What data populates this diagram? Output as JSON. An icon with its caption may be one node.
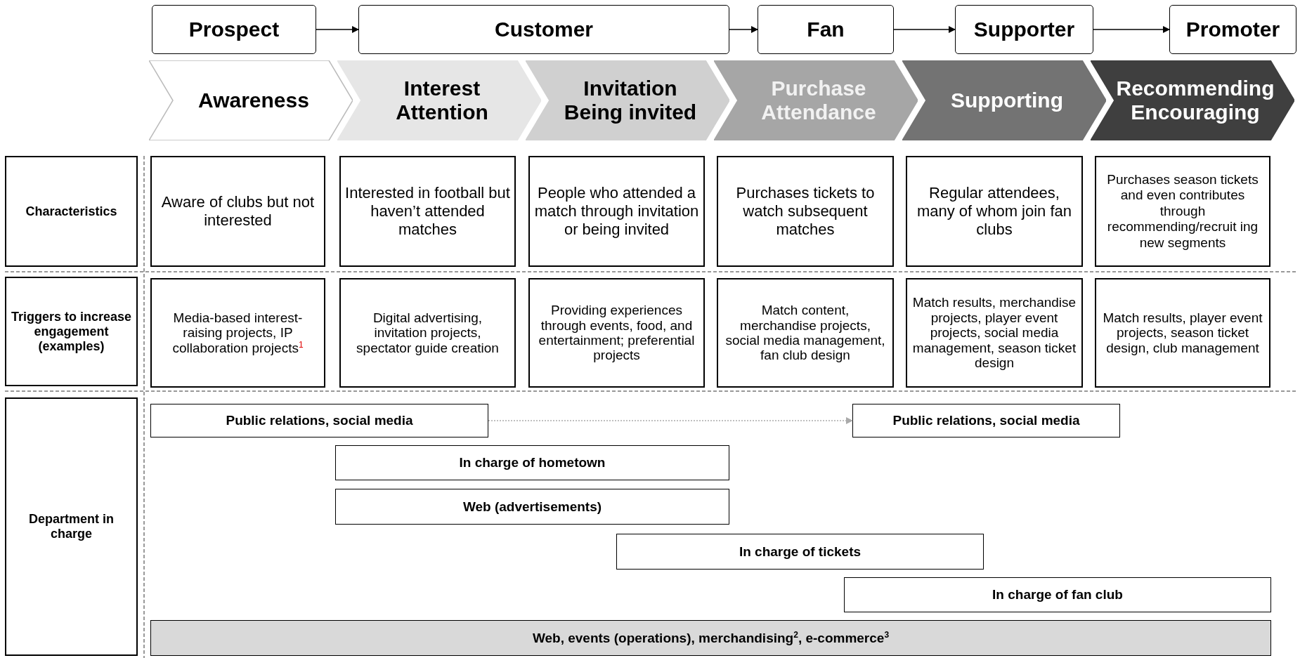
{
  "diagram": {
    "nodes": [
      {
        "text": [
          "Prospect"
        ]
      },
      {
        "text": [
          "Customer"
        ]
      },
      {
        "text": [
          "Fan"
        ]
      },
      {
        "text": [
          "Supporter"
        ]
      },
      {
        "text": [
          "Promoter"
        ]
      },
      {
        "text": [
          "Awareness"
        ]
      },
      {
        "text": [
          "Interest Attention"
        ]
      },
      {
        "text": [
          "Invitation Being invited"
        ]
      },
      {
        "text": [
          "Purchase Attendance"
        ]
      },
      {
        "text": [
          "Supporting"
        ]
      },
      {
        "text": [
          "Recommending Encouraging"
        ]
      },
      {
        "text": [
          "Characteristics"
        ]
      },
      {
        "text": [
          "Aware of clubs but not interested"
        ]
      },
      {
        "text": [
          "Interested in football but haven’t attended matches"
        ]
      },
      {
        "text": [
          "People who attended a match through invitation or being invited"
        ]
      },
      {
        "text": [
          "Purchases tickets to watch subsequent matches"
        ]
      },
      {
        "text": [
          "Regular attendees, many of whom join fan clubs"
        ]
      },
      {
        "text": [
          "Purchases season tickets and even contributes through recommending/recruit ing new segments"
        ]
      },
      {
        "text": [
          "Triggers to increase engagement (examples)"
        ]
      },
      {
        "text": [
          "Media-based interest-raising projects, IP collaboration projects$^{1}$"
        ]
      },
      {
        "text": [
          "Digital advertising, invitation projects, spectator guide creation"
        ]
      },
      {
        "text": [
          "Providing experiences through events, food, and entertainment; preferential projects"
        ]
      },
      {
        "text": [
          "Match content, merchandise projects, social media management, fan club design"
        ]
      },
      {
        "text": [
          "Match results, merchandise projects, player event projects, social media management, season ticket design"
        ]
      },
      {
        "text": [
          "Match results, player event projects, season ticket design, club management"
        ]
      },
      {
        "text": [
          "Department in charge"
        ]
      },
      {
        "text": [
          "Public relations, social media"
        ]
      },
      {
        "text": [
          "Public relations, social media"
        ]
      },
      {
        "text": [
          "In charge of hometown"
        ]
      },
      {
        "text": [
          "Web (advertisements)"
        ]
      },
      {
        "text": [
          "In charge of tickets"
        ]
      },
      {
        "text": [
          "In charge of fan club"
        ]
      },
      {
        "text": [
          "Web, events (operations), merchandising$^{2}$, e-commerce$^{3}$"
        ]
      }
    ],
    "edges": [
      {
        "from": 0,
        "to": 1,
        "arrow": "to"
      },
      {
        "from": 1,
        "to": 2,
        "arrow": "to"
      },
      {
        "from": 2,
        "to": 3,
        "arrow": "to"
      },
      {
        "from": 3,
        "to": 4,
        "arrow": "to"
      },
      {
        "from": 26,
        "to": 27,
        "arrow": "to",
        "style": "dashed",
        "color": "#aaaaaa"
      }
    ]
  }
}
